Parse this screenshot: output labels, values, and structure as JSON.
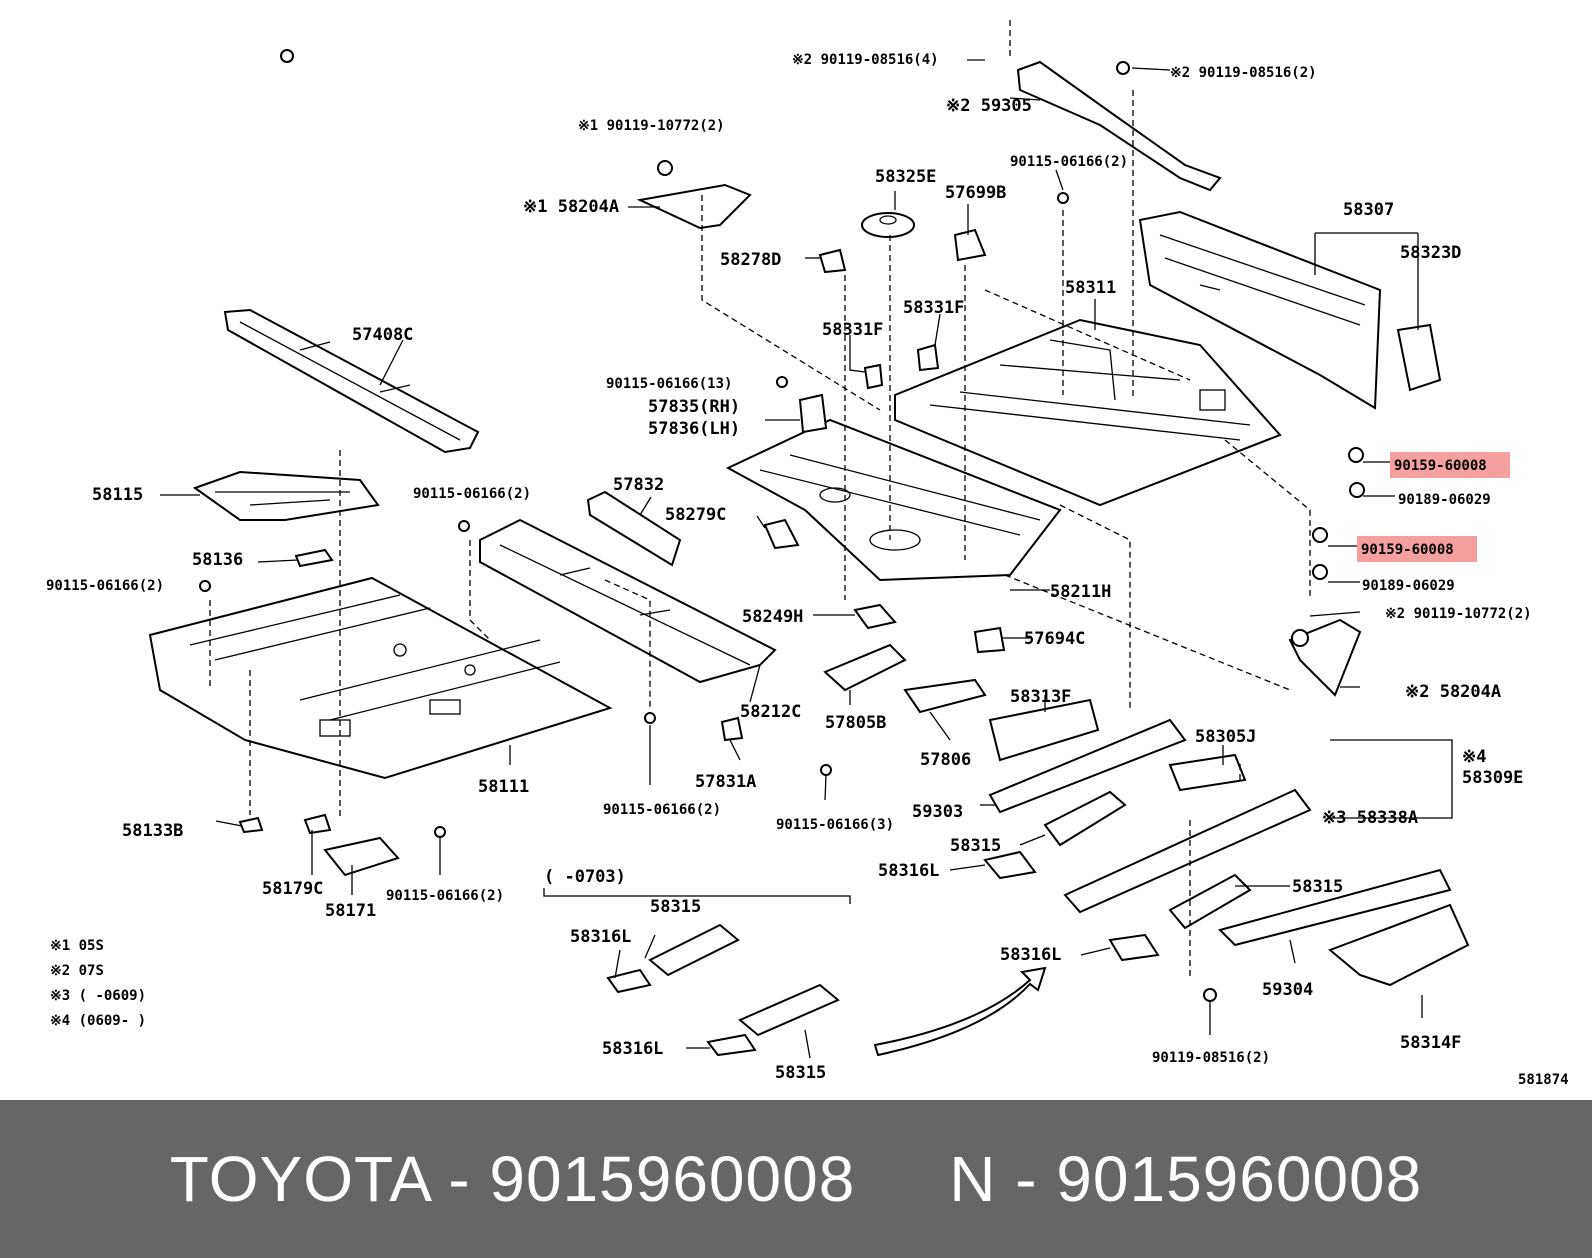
{
  "colors": {
    "highlight": "#f4a0a0",
    "footer_bg": "#666666",
    "footer_text": "#ffffff"
  },
  "diagram_id": "581874",
  "range_label": "(      -0703)",
  "labels": {
    "l_90119_08516_4": "※2 90119-08516(4)",
    "l_90119_08516_2_top": "※2 90119-08516(2)",
    "l_59305": "※2 59305",
    "l_90119_10772_top": "※1 90119-10772(2)",
    "l_58204a_top": "※1 58204A",
    "l_58325e": "58325E",
    "l_57699b": "57699B",
    "l_90115_06166_2_a": "90115-06166(2)",
    "l_58307": "58307",
    "l_58323d": "58323D",
    "l_58278d": "58278D",
    "l_58311": "58311",
    "l_58331f_a": "58331F",
    "l_58331f_b": "58331F",
    "l_57408c": "57408C",
    "l_90115_06166_13": "90115-06166(13)",
    "l_57835": "57835(RH)",
    "l_57836": "57836(LH)",
    "l_90159_60008_a": "90159-60008",
    "l_90189_06029_a": "90189-06029",
    "l_58115": "58115",
    "l_90115_06166_2_b": "90115-06166(2)",
    "l_57832": "57832",
    "l_58279c": "58279C",
    "l_90159_60008_b": "90159-60008",
    "l_58136": "58136",
    "l_90115_06166_2_c": "90115-06166(2)",
    "l_58211h": "58211H",
    "l_90189_06029_b": "90189-06029",
    "l_90119_10772_right": "※2 90119-10772(2)",
    "l_58249h": "58249H",
    "l_57694c": "57694C",
    "l_58204a_right": "※2 58204A",
    "l_58212c": "58212C",
    "l_58313f": "58313F",
    "l_57805b": "57805B",
    "l_58305j": "58305J",
    "l_57806": "57806",
    "l_58309e_mark": "※4",
    "l_58309e": "58309E",
    "l_58111": "58111",
    "l_57831a": "57831A",
    "l_58133b": "58133B",
    "l_90115_06166_2_d": "90115-06166(2)",
    "l_90115_06166_3": "90115-06166(3)",
    "l_59303": "59303",
    "l_58338a": "※3 58338A",
    "l_58315_a": "58315",
    "l_58316l_a": "58316L",
    "l_58179c": "58179C",
    "l_90115_06166_2_e": "90115-06166(2)",
    "l_58171": "58171",
    "l_58315_b": "58315",
    "l_58315_c": "58315",
    "l_58316l_b": "58316L",
    "l_58316l_c": "58316L",
    "l_59304": "59304",
    "l_58316l_d": "58316L",
    "l_58315_d": "58315",
    "l_90119_08516_2_bottom": "90119-08516(2)",
    "l_58314f": "58314F"
  },
  "legend": [
    "※1  05S",
    "※2  07S",
    "※3  (      -0609)",
    "※4  (0609-      )"
  ],
  "footer": {
    "text": "TOYOTA - 9015960008     N - 9015960008"
  }
}
